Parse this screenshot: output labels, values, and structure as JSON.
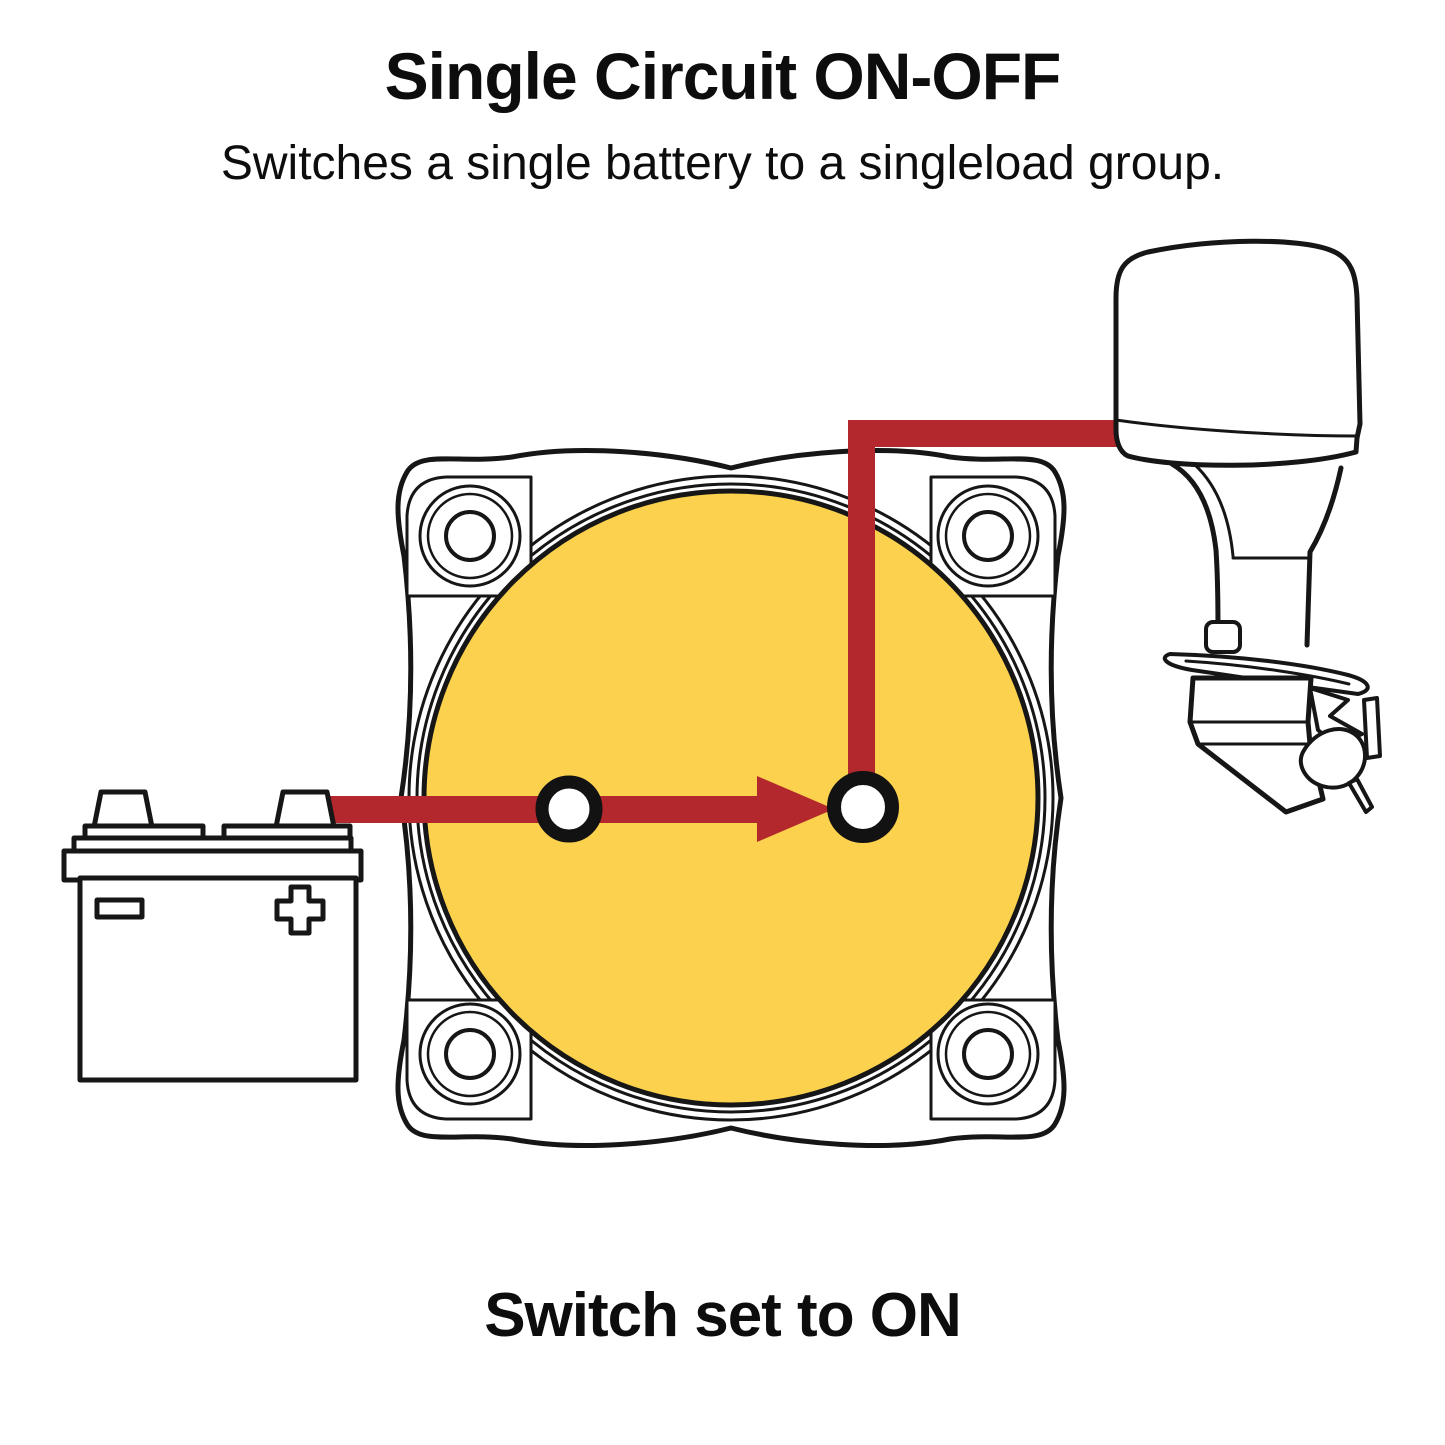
{
  "header": {
    "title": "Single Circuit ON-OFF",
    "subtitle": "Switches a single battery to a singleload group."
  },
  "caption": "Switch set to ON",
  "colors": {
    "knob_yellow": "#FBD14E",
    "wire_red": "#B2282D",
    "outline_black": "#161616",
    "background": "#FFFFFF"
  }
}
